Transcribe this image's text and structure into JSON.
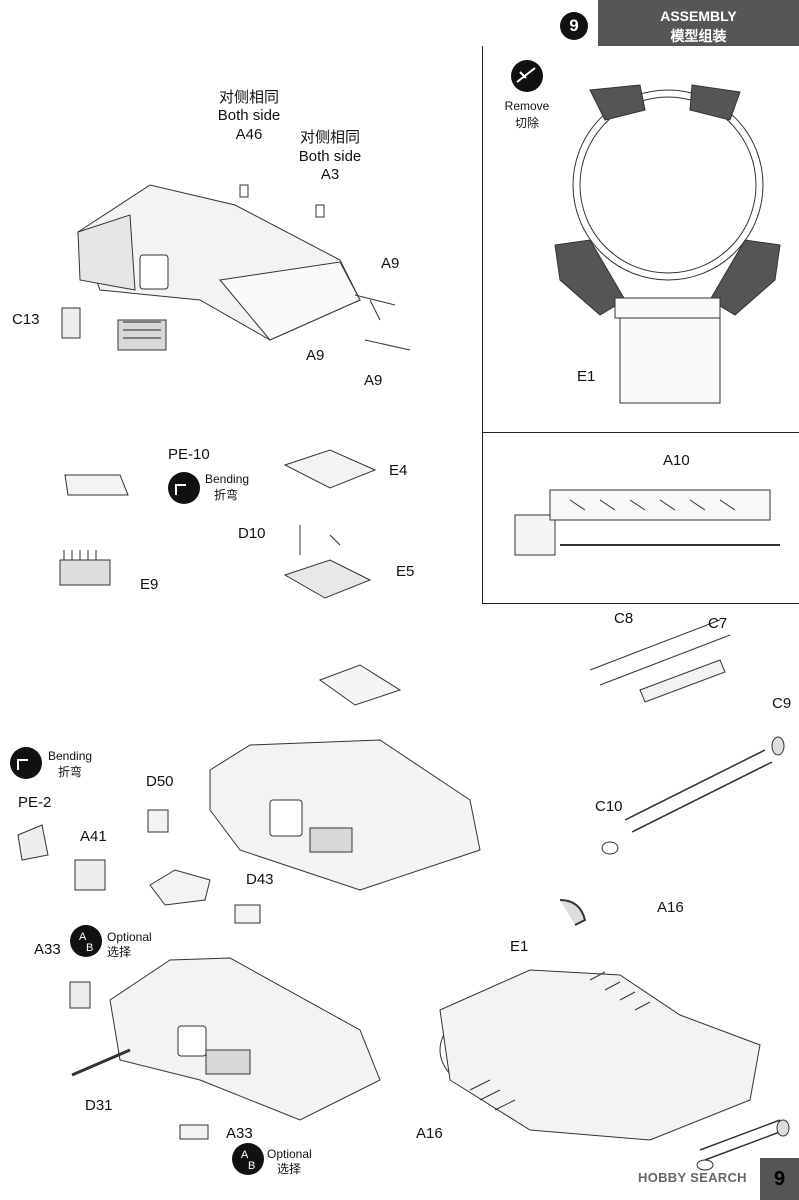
{
  "header": {
    "step_number": "9",
    "title_en": "ASSEMBLY",
    "title_zh": "模型组装"
  },
  "labels": {
    "both_side_zh_1": "对侧相同",
    "both_side_en_1": "Both side",
    "part_a46": "A46",
    "both_side_zh_2": "对侧相同",
    "both_side_en_2": "Both side",
    "part_a3": "A3",
    "part_a9_top": "A9",
    "part_a9_mid": "A9",
    "part_a9_low": "A9",
    "part_c13": "C13",
    "part_pe10": "PE-10",
    "bending_en_1": "Bending",
    "bending_zh_1": "折弯",
    "part_e9": "E9",
    "part_e4": "E4",
    "part_d10": "D10",
    "part_e5": "E5",
    "remove_en": "Remove",
    "remove_zh": "切除",
    "part_e1_top": "E1",
    "part_a10": "A10",
    "part_c8": "C8",
    "part_c7": "C7",
    "part_c9": "C9",
    "part_c10": "C10",
    "bending_en_2": "Bending",
    "bending_zh_2": "折弯",
    "part_d50": "D50",
    "part_pe2": "PE-2",
    "part_a41": "A41",
    "part_d43": "D43",
    "part_a33_top": "A33",
    "optional_en_1": "Optional",
    "optional_zh_1": "选择",
    "part_d31": "D31",
    "part_a33_bottom": "A33",
    "optional_en_2": "Optional",
    "optional_zh_2": "选择",
    "part_a16_top": "A16",
    "part_e1_bottom": "E1",
    "part_a16_bottom": "A16"
  },
  "footer": {
    "page_number": "9",
    "watermark": "HOBBY SEARCH"
  }
}
